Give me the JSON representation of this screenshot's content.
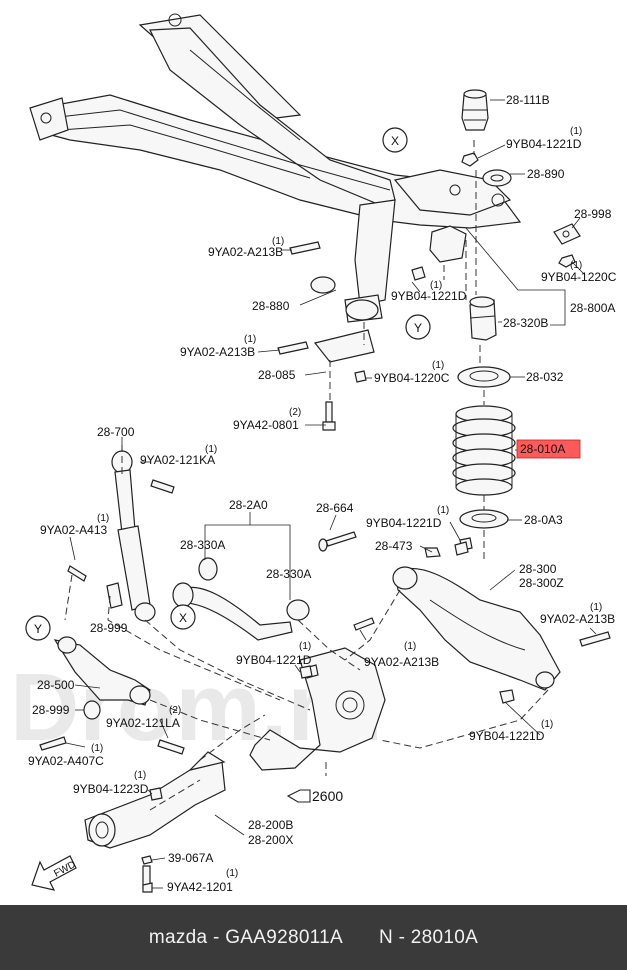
{
  "watermark": "Drom.ru",
  "footer": {
    "left": "mazda - GAA928011A",
    "right": "N - 28010A"
  },
  "highlight_color": "#ff5a5a",
  "markers": {
    "x": "X",
    "y": "Y",
    "fwd": "FWD"
  },
  "labels": {
    "p28_111b": "28-111B",
    "p9yb04_1221d_a": "9YB04-1221D",
    "q_a": "(1)",
    "p28_890": "28-890",
    "p28_998": "28-998",
    "p9yb04_1220c_a": "9YB04-1220C",
    "q_b": "(1)",
    "p9ya02_a213b_a": "9YA02-A213B",
    "q_c": "(1)",
    "p28_880": "28-880",
    "p9yb04_1221d_b": "9YB04-1221D",
    "q_d": "(1)",
    "p28_320b": "28-320B",
    "p28_800a": "28-800A",
    "p9ya02_a213b_b": "9YA02-A213B",
    "q_e": "(1)",
    "p28_085": "28-085",
    "p9yb04_1220c_b": "9YB04-1220C",
    "q_f": "(1)",
    "p28_032": "28-032",
    "p9ya42_0801": "9YA42-0801",
    "q_g": "(2)",
    "p28_010a": "28-010A",
    "p28_700": "28-700",
    "p9ya02_121ka": "9YA02-121KA",
    "q_h": "(1)",
    "p28_2a0": "28-2A0",
    "p28_664": "28-664",
    "p9yb04_1221d_c": "9YB04-1221D",
    "q_i": "(1)",
    "p28_0a3": "28-0A3",
    "p9ya02_a413": "9YA02-A413",
    "q_j": "(1)",
    "p28_330a_a": "28-330A",
    "p28_330a_b": "28-330A",
    "p28_473": "28-473",
    "p28_300": "28-300",
    "p28_300z": "28-300Z",
    "p28_999_a": "28-999",
    "p9ya02_a213b_c": "9YA02-A213B",
    "q_k": "(1)",
    "p9yb04_1221d_d": "9YB04-1221D",
    "q_l": "(1)",
    "p9ya02_a213b_d": "9YA02-A213B",
    "q_m": "(1)",
    "p28_500": "28-500",
    "p28_999_b": "28-999",
    "p9ya02_121la": "9YA02-121LA",
    "q_n": "(2)",
    "p9yb04_1221d_e": "9YB04-1221D",
    "q_o": "(1)",
    "p9ya02_a407c": "9YA02-A407C",
    "q_p": "(1)",
    "p9yb04_1223d": "9YB04-1223D",
    "q_q": "(1)",
    "p2600": "2600",
    "p28_200b": "28-200B",
    "p28_200x": "28-200X",
    "p39_067a": "39-067A",
    "p9ya42_1201": "9YA42-1201",
    "q_r": "(1)"
  }
}
